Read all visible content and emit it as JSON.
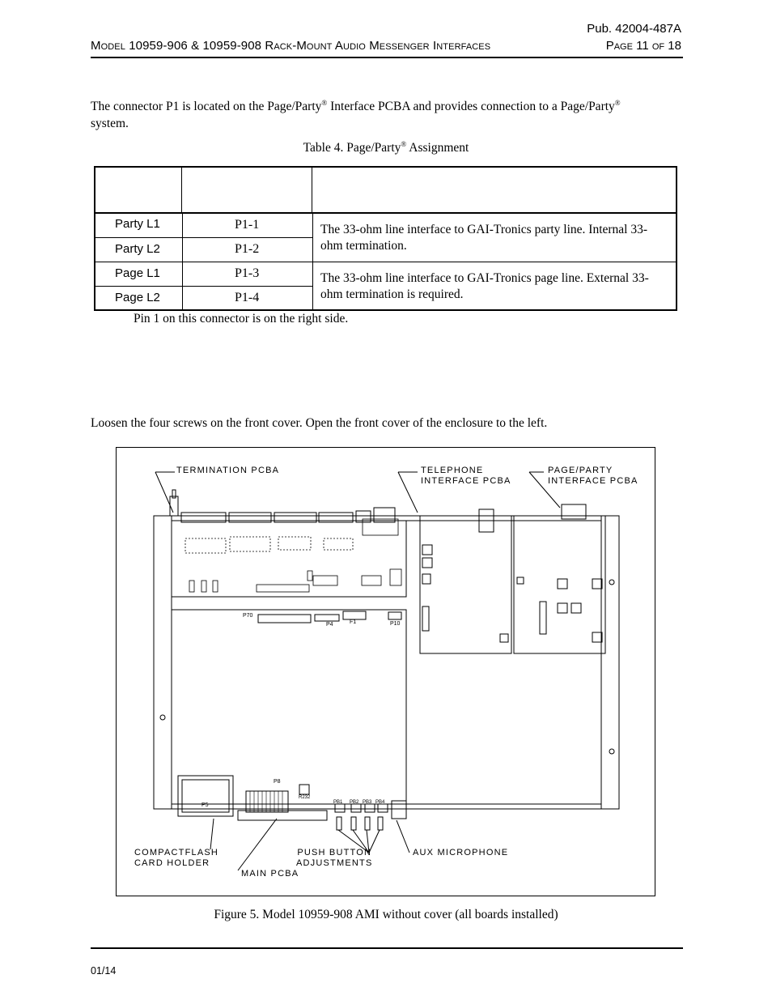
{
  "header": {
    "pub": "Pub. 42004-487A",
    "title": "Model 10959-906 & 10959-908 Rack-Mount Audio Messenger Interfaces",
    "page": "Page 11 of 18"
  },
  "intro": {
    "text_a": "The connector P1 is located on the Page/Party",
    "reg": "®",
    "text_b": " Interface PCBA and provides connection to a Page/Party",
    "text_c": " system."
  },
  "table": {
    "caption_a": "Table 4.  Page/Party",
    "caption_reg": "®",
    "caption_b": " Assignment",
    "rows": [
      {
        "signal": "Party L1",
        "pin": "P1-1"
      },
      {
        "signal": "Party L2",
        "pin": "P1-2"
      },
      {
        "signal": "Page L1",
        "pin": "P1-3"
      },
      {
        "signal": "Page L2",
        "pin": "P1-4"
      }
    ],
    "descriptions": [
      "The 33-ohm line interface to GAI-Tronics party line. Internal 33-ohm termination.",
      "The 33-ohm line interface to GAI-Tronics page line. External 33-ohm termination is required."
    ]
  },
  "pin_note": "Pin 1 on this connector is on the right side.",
  "loosen_text": "Loosen the four screws on the front cover.  Open the front cover of the enclosure to the left.",
  "figure": {
    "labels": {
      "termination": "TERMINATION PCBA",
      "telephone_1": "TELEPHONE",
      "telephone_2": "INTERFACE PCBA",
      "pageparty_1": "PAGE/PARTY",
      "pageparty_2": "INTERFACE PCBA",
      "compactflash_1": "COMPACTFLASH",
      "compactflash_2": "CARD HOLDER",
      "pushbutton_1": "PUSH BUTTON",
      "pushbutton_2": "ADJUSTMENTS",
      "aux_mic": "AUX MICROPHONE",
      "main_pcba": "MAIN PCBA"
    },
    "board_labels": {
      "p70": "P70",
      "p4": "P4",
      "f1": "F1",
      "p10": "P10",
      "p5": "P5",
      "p8": "P8",
      "r232": "R232",
      "pb1": "PB1",
      "pb2": "PB2",
      "pb3": "PB3",
      "pb4": "PB4"
    },
    "caption": "Figure 5.  Model 10959-908 AMI without cover (all boards installed)"
  },
  "footer": {
    "date": "01/14"
  }
}
